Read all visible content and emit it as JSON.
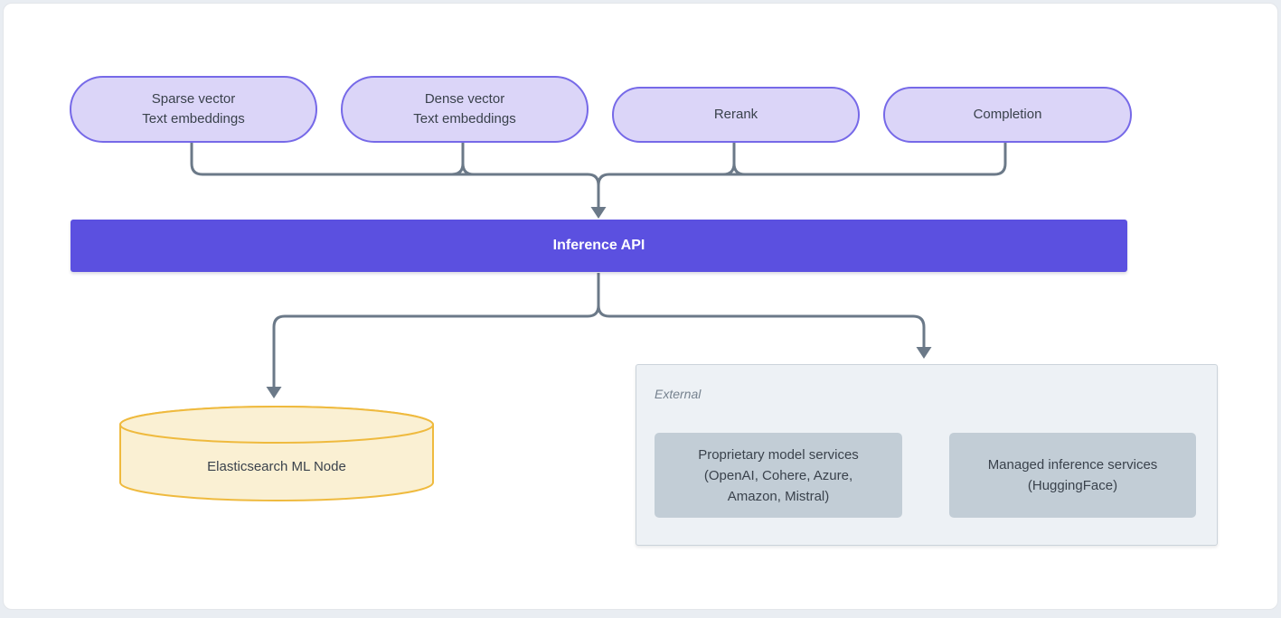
{
  "page": {
    "background": "#E9EDF2",
    "card_background": "#FFFFFF"
  },
  "diagram": {
    "inputs": [
      {
        "label": "Sparse vector\nText embeddings"
      },
      {
        "label": "Dense vector\nText embeddings"
      },
      {
        "label": "Rerank"
      },
      {
        "label": "Completion"
      }
    ],
    "api": {
      "label": "Inference API",
      "fill": "#5B50E0",
      "text_color": "#FFFFFF"
    },
    "elasticsearch": {
      "label": "Elasticsearch ML Node",
      "fill": "#FAF0D3",
      "border": "#EFBA3E"
    },
    "external": {
      "label": "External",
      "fill": "#EDF1F5",
      "border": "#CBD3DA",
      "service_fill": "#C2CDD6",
      "services": [
        {
          "label": "Proprietary model services\n(OpenAI, Cohere, Azure,\nAmazon, Mistral)"
        },
        {
          "label": "Managed inference services\n(HuggingFace)"
        }
      ]
    },
    "colors": {
      "pill_fill": "#DBD5F8",
      "pill_border": "#7669E8",
      "connector": "#6B7988",
      "text_dark": "#3A424C",
      "external_label_color": "#76828F"
    }
  }
}
